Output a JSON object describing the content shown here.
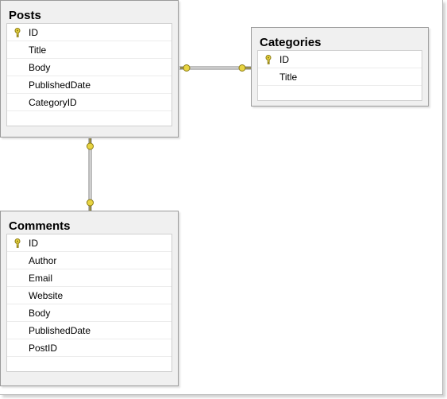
{
  "tables": {
    "posts": {
      "title": "Posts",
      "columns": [
        "ID",
        "Title",
        "Body",
        "PublishedDate",
        "CategoryID"
      ]
    },
    "categories": {
      "title": "Categories",
      "columns": [
        "ID",
        "Title"
      ]
    },
    "comments": {
      "title": "Comments",
      "columns": [
        "ID",
        "Author",
        "Email",
        "Website",
        "Body",
        "PublishedDate",
        "PostID"
      ]
    }
  },
  "icons": {
    "primary_key": "key-icon",
    "relationship_end": "key-icon",
    "relationship_many": "infinity-icon"
  },
  "colors": {
    "table_bg": "#f0f0f0",
    "table_border": "#9a9a9a",
    "connector": "#808080",
    "key_fill": "#e8d442"
  }
}
